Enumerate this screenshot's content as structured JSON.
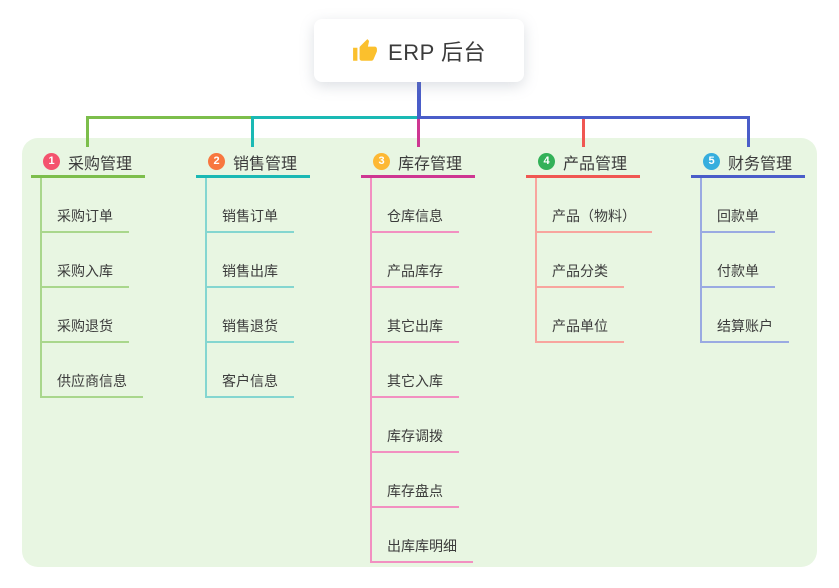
{
  "root": {
    "label": "ERP 后台",
    "icon": "thumbs-up-icon",
    "icon_color": "#fbc02d"
  },
  "connector_color": "#4a5dc9",
  "canvas": {
    "page_bg": "#ffffff",
    "panel_bg": "#e8f6e2",
    "text_color": "#3b3b3b"
  },
  "branches": [
    {
      "badge": "1",
      "label": "采购管理",
      "badge_color": "#f4536e",
      "line_color": "#7cbe4b",
      "sub_line_color": "#a9d78c",
      "children": [
        "采购订单",
        "采购入库",
        "采购退货",
        "供应商信息"
      ]
    },
    {
      "badge": "2",
      "label": "销售管理",
      "badge_color": "#f8773f",
      "line_color": "#1ab9b4",
      "sub_line_color": "#84d6d0",
      "children": [
        "销售订单",
        "销售出库",
        "销售退货",
        "客户信息"
      ]
    },
    {
      "badge": "3",
      "label": "库存管理",
      "badge_color": "#fdb834",
      "line_color": "#ce3792",
      "sub_line_color": "#f290c1",
      "children": [
        "仓库信息",
        "产品库存",
        "其它出库",
        "其它入库",
        "库存调拨",
        "库存盘点",
        "出库库明细"
      ]
    },
    {
      "badge": "4",
      "label": "产品管理",
      "badge_color": "#33b158",
      "line_color": "#f05752",
      "sub_line_color": "#f8a59e",
      "children": [
        "产品（物料）",
        "产品分类",
        "产品单位"
      ]
    },
    {
      "badge": "5",
      "label": "财务管理",
      "badge_color": "#36aede",
      "line_color": "#4a5dc9",
      "sub_line_color": "#9aaae2",
      "children": [
        "回款单",
        "付款单",
        "结算账户"
      ]
    }
  ]
}
